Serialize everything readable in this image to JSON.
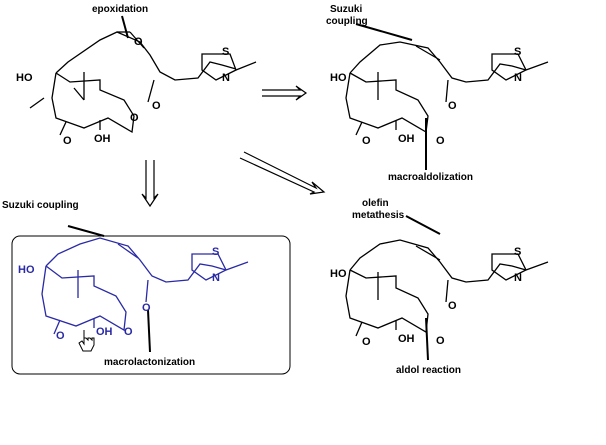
{
  "labels": {
    "epoxidation": "epoxidation",
    "suzuki_top_1": "Suzuki",
    "suzuki_top_2": "coupling",
    "macroaldolization": "macroaldolization",
    "suzuki_left": "Suzuki coupling",
    "olefin_1": "olefin",
    "olefin_2": "metathesis",
    "macrolactonization": "macrolactonization",
    "aldol_reaction": "aldol reaction"
  },
  "atoms": {
    "ho": "HO",
    "o": "O",
    "oh": "OH",
    "s": "S",
    "n": "N"
  },
  "colors": {
    "black": "#000000",
    "blue": "#2a2aa6",
    "box_border": "#000000"
  }
}
